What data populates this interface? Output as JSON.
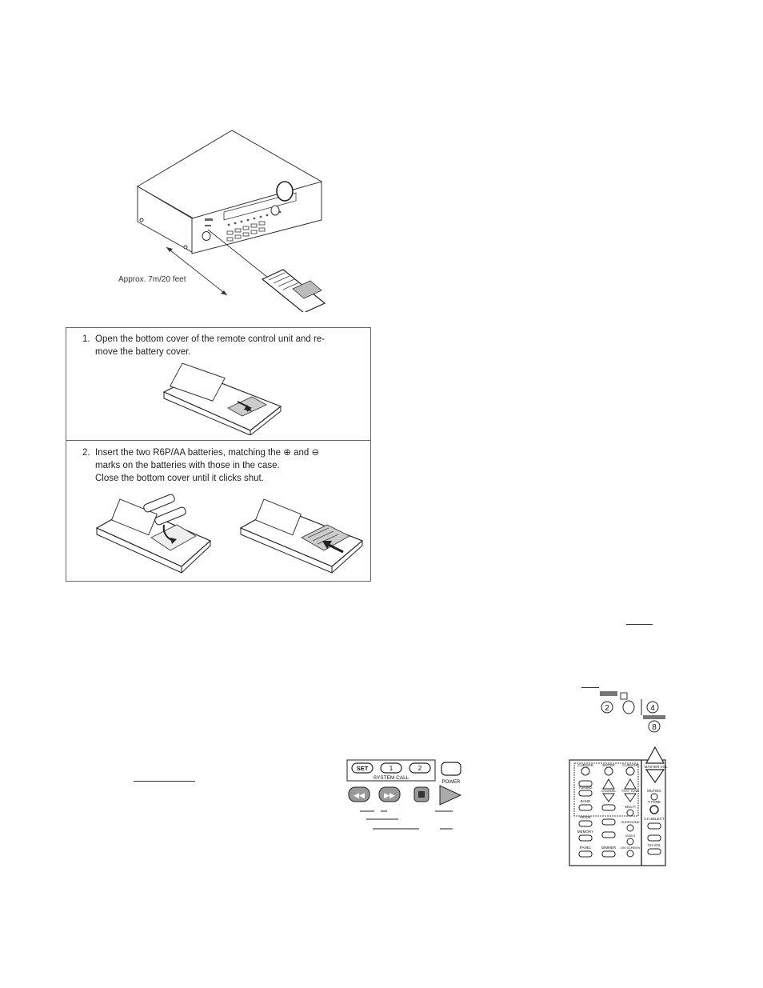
{
  "distance_figure": {
    "label": "Approx. 7m/20 feet"
  },
  "steps": [
    {
      "number": "1.",
      "line1": "Open the bottom cover of the remote control unit and re-",
      "line2": "move the battery cover."
    },
    {
      "number": "2.",
      "line1": "Insert the two R6P/AA batteries, matching the ⊕ and ⊖",
      "line2": "marks on the batteries with those in the case.",
      "line3": "Close the bottom cover until it clicks shut."
    }
  ],
  "remote_keypad": {
    "set_label": "SET",
    "call1_label": "1",
    "call2_label": "2",
    "system_call_label": "SYSTEM CALL",
    "power_label": "POWER"
  },
  "remote_side_panel": {
    "cursor_left_label": "CURSOR",
    "enter_label": "ENTER",
    "cursor_right_label": "CURSOR",
    "master_vol_label": "MASTER VOL",
    "tuning_label": "TUNING",
    "channel_label": "CHANNEL",
    "test_tone_label": "TEST TONE",
    "muting_label": "MUTING",
    "band_label": "BAND",
    "multi_label": "MULTI",
    "t_tone_label": "T.TONE",
    "mode_label": "MODE",
    "surround_label": "SURROUND",
    "ch_select_label": "CH SELECT",
    "memory_label": "MEMORY",
    "video_label": "VIDEO",
    "panel_label": "PANEL",
    "dimmer_label": "DIMMER",
    "on_screen_label": "ON SCREEN",
    "ch_vol_label": "CH VOL"
  },
  "remote_top_fragment": {
    "key_2": "2",
    "key_4": "4",
    "key_8": "8"
  }
}
